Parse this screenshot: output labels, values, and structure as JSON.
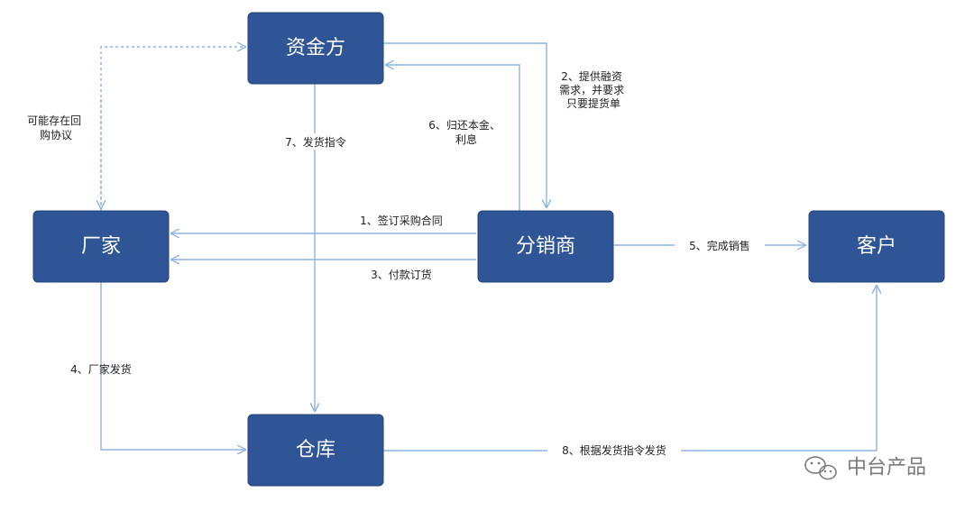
{
  "nodes": {
    "fund_provider": "资金方",
    "manufacturer": "厂家",
    "distributor": "分销商",
    "customer": "客户",
    "warehouse": "仓库"
  },
  "edges": {
    "e1": "1、签订采购合同",
    "e2": [
      "2、提供融资",
      "需求，并要求",
      "只要提货单"
    ],
    "e3": "3、付款订货",
    "e4": "4、厂家发货",
    "e5": "5、完成销售",
    "e6": [
      "6、归还本金、",
      "利息"
    ],
    "e7": "7、发货指令",
    "e8": "8、根据发货指令发货",
    "buyback": [
      "可能存在回",
      "购协议"
    ]
  },
  "watermark": {
    "text": "中台产品",
    "icon": "wechat-icon"
  },
  "colors": {
    "node_fill": "#2f5597",
    "edge": "#8fb4e3"
  }
}
